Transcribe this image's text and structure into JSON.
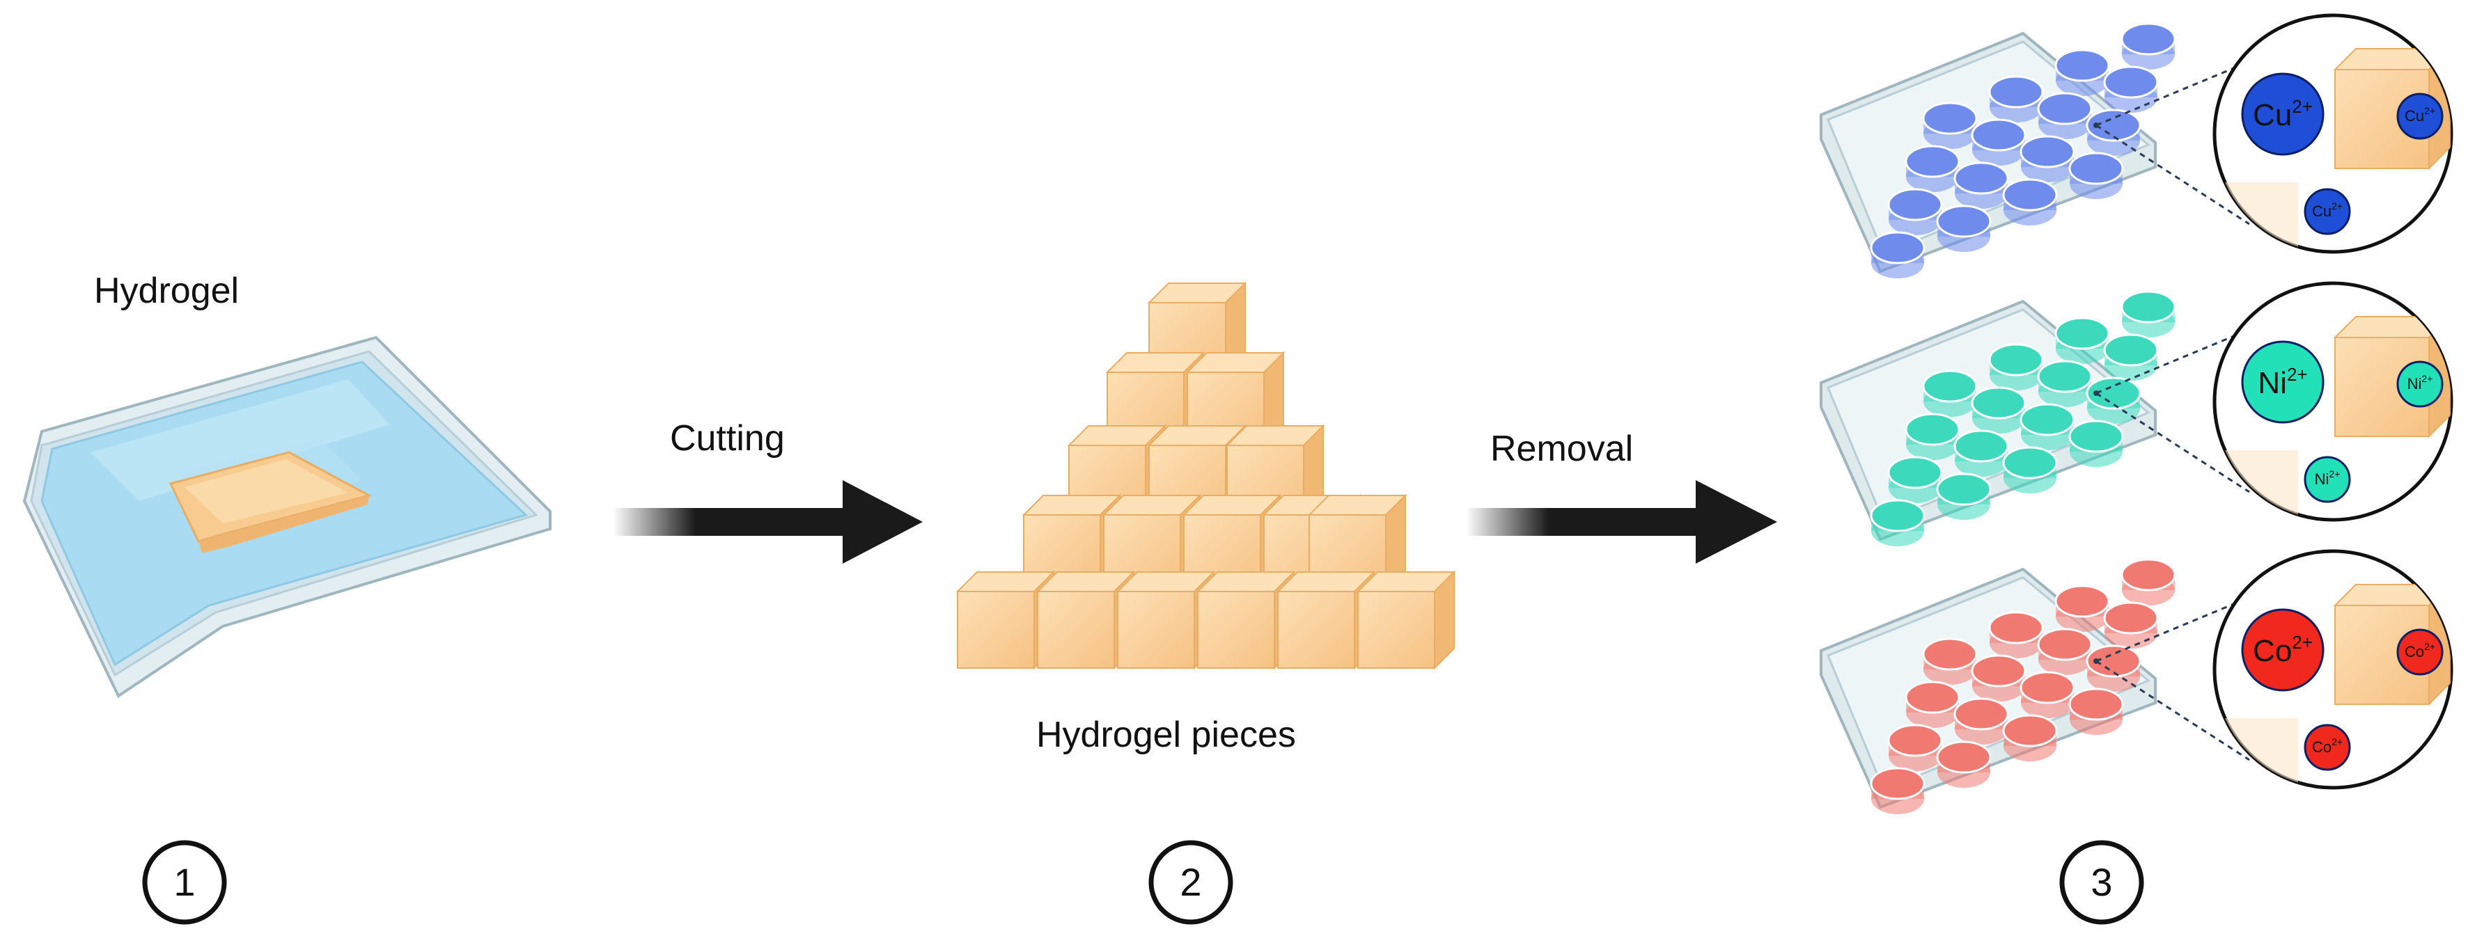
{
  "labels": {
    "hydrogel": "Hydrogel",
    "cutting": "Cutting",
    "hydrogel_pieces": "Hydrogel pieces",
    "removal": "Removal"
  },
  "steps": [
    "1",
    "2",
    "3"
  ],
  "ions": [
    {
      "symbol": "Cu",
      "charge": "2+",
      "color": "#1f4fd6",
      "well_color": "#6f8cec"
    },
    {
      "symbol": "Ni",
      "charge": "2+",
      "color": "#22e0b8",
      "well_color": "#3dd9bd"
    },
    {
      "symbol": "Co",
      "charge": "2+",
      "color": "#f0281e",
      "well_color": "#f07a72"
    }
  ],
  "colors": {
    "tray_water": "#a9dcf2",
    "tray_rim": "#dbe9ee",
    "gel": "#f8cc90",
    "gel_edge": "#e8ad62",
    "arrow": "#1a1a1a"
  }
}
